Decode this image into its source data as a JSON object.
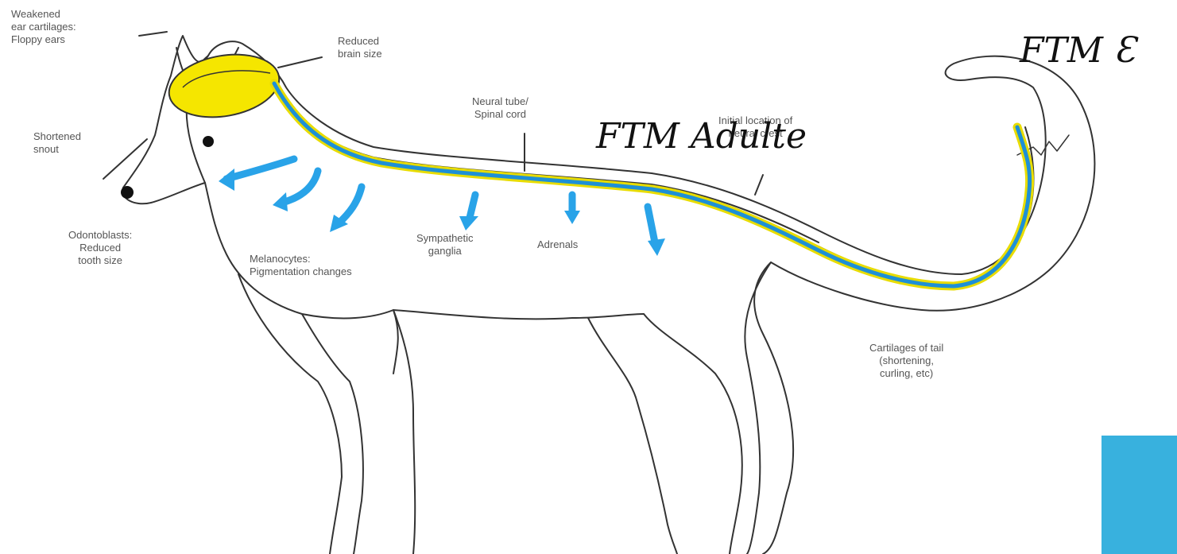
{
  "labels": {
    "weakened_ears": "Weakened\near cartilages:\nFloppy ears",
    "reduced_brain": "Reduced\nbrain size",
    "shortened_snout": "Shortened\nsnout",
    "neural_tube": "Neural tube/\nSpinal cord",
    "initial_location": "Initial location of\nneural crest",
    "odontoblasts": "Odontoblasts:\nReduced\ntooth size",
    "melanocytes": "Melanocytes:\nPigmentation changes",
    "sympathetic": "Sympathetic\nganglia",
    "adrenals": "Adrenals",
    "cartilages_tail": "Cartilages of tail\n(shortening,\ncurling, etc)"
  },
  "overlays": {
    "ftm_adulte": "FTM Adulte",
    "ftm_epsilon": "FTM Ɛ"
  },
  "colors": {
    "brain": "#f5e600",
    "neural_blue": "#1e90d6",
    "neural_yellow": "#e8dc00",
    "arrow_blue": "#29a3e8",
    "outline": "#333333",
    "corner_block": "#38b1de"
  }
}
